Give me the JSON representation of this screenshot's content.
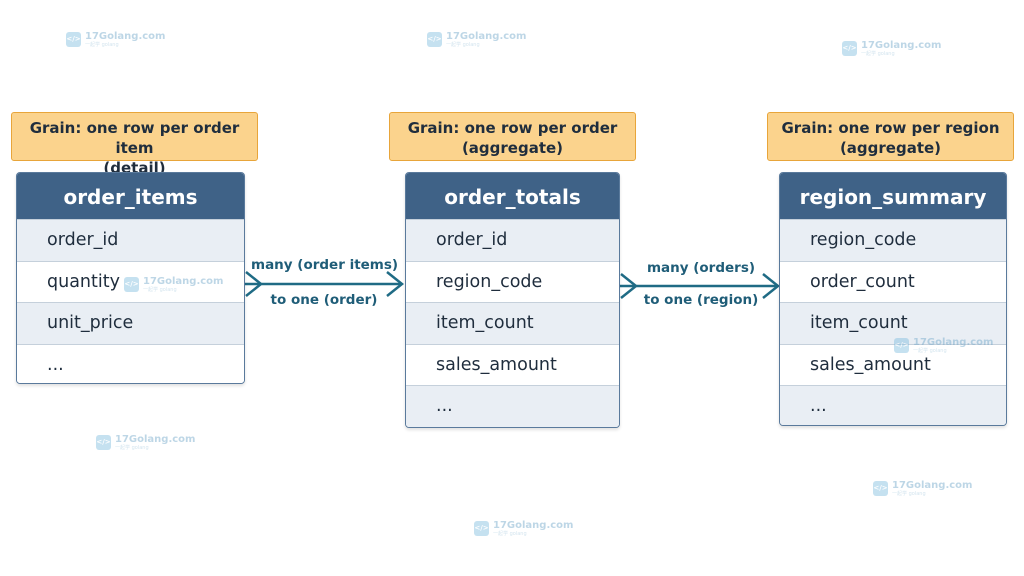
{
  "grains": [
    {
      "line1": "Grain: one row per order item",
      "line2": "(detail)"
    },
    {
      "line1": "Grain: one row per order",
      "line2": "(aggregate)"
    },
    {
      "line1": "Grain: one row per region",
      "line2": "(aggregate)"
    }
  ],
  "tables": [
    {
      "name": "order_items",
      "rows": [
        "order_id",
        "quantity",
        "unit_price",
        "..."
      ]
    },
    {
      "name": "order_totals",
      "rows": [
        "order_id",
        "region_code",
        "item_count",
        "sales_amount",
        "..."
      ]
    },
    {
      "name": "region_summary",
      "rows": [
        "region_code",
        "order_count",
        "item_count",
        "sales_amount",
        "..."
      ]
    }
  ],
  "relationships": [
    {
      "many": "many (order items)",
      "one": "to one (order)"
    },
    {
      "many": "many (orders)",
      "one": "to one (region)"
    }
  ],
  "watermark": {
    "text": "17Golang.com",
    "sub": "一起学 golang",
    "logo": "</>"
  },
  "colors": {
    "header": "#3f6287",
    "grain_fill": "#fbd38d",
    "arrow": "#1f6b85"
  }
}
